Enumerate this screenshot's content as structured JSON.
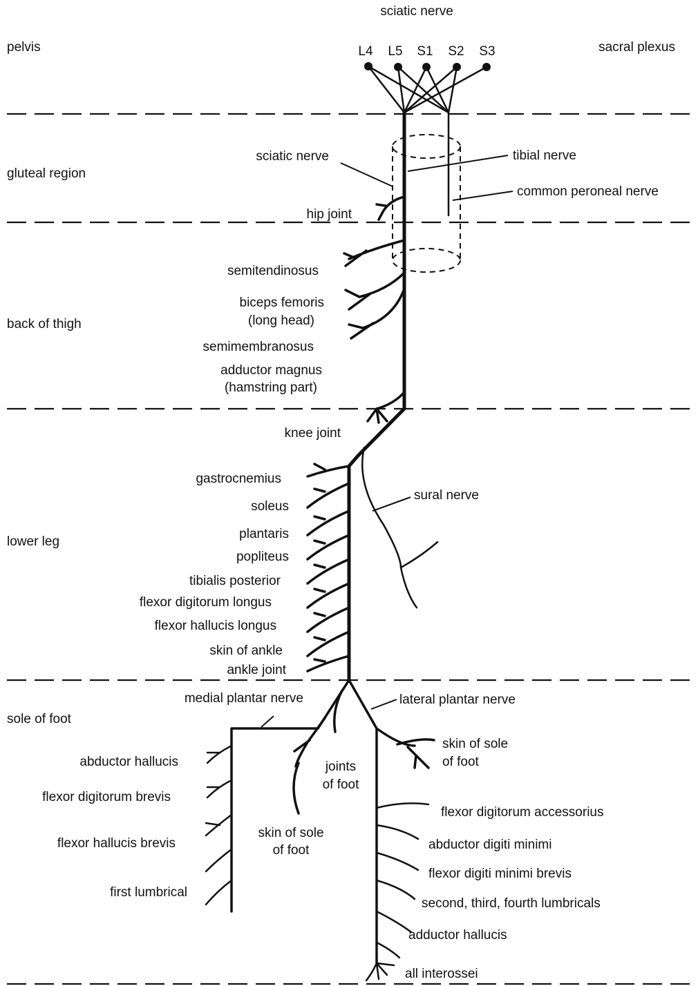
{
  "title": "sciatic nerve",
  "region_labels": {
    "pelvis": "pelvis",
    "sacral_plexus": "sacral plexus",
    "gluteal": "gluteal region",
    "back_of_thigh": "back of thigh",
    "lower_leg": "lower leg",
    "sole_of_foot": "sole of foot"
  },
  "roots": [
    "L4",
    "L5",
    "S1",
    "S2",
    "S3"
  ],
  "nerve_labels": {
    "sciatic_nerve": "sciatic nerve",
    "tibial_nerve": "tibial nerve",
    "common_peroneal_nerve": "common peroneal nerve",
    "sural_nerve": "sural nerve",
    "medial_plantar_nerve": "medial plantar nerve",
    "lateral_plantar_nerve": "lateral plantar nerve"
  },
  "joints": {
    "hip": "hip joint",
    "knee": "knee joint",
    "ankle": "ankle joint"
  },
  "thigh_branches": [
    "semitendinosus",
    "biceps femoris",
    "(long head)",
    "semimembranosus",
    "adductor magnus",
    "(hamstring part)"
  ],
  "leg_branches": [
    "gastrocnemius",
    "soleus",
    "plantaris",
    "popliteus",
    "tibialis posterior",
    "flexor digitorum longus",
    "flexor hallucis longus",
    "skin of ankle"
  ],
  "medial_branches": [
    "abductor hallucis",
    "flexor digitorum brevis",
    "flexor hallucis brevis",
    "first lumbrical"
  ],
  "joints_of_foot": [
    "joints",
    "of foot"
  ],
  "medial_skin_sole": [
    "skin of sole",
    "of foot"
  ],
  "lateral_skin_sole": [
    "skin of sole",
    "of foot"
  ],
  "lateral_branches": [
    "flexor digitorum accessorius",
    "abductor digiti minimi",
    "flexor digiti minimi brevis",
    "second, third, fourth lumbricals",
    "adductor hallucis",
    "all interossei"
  ]
}
